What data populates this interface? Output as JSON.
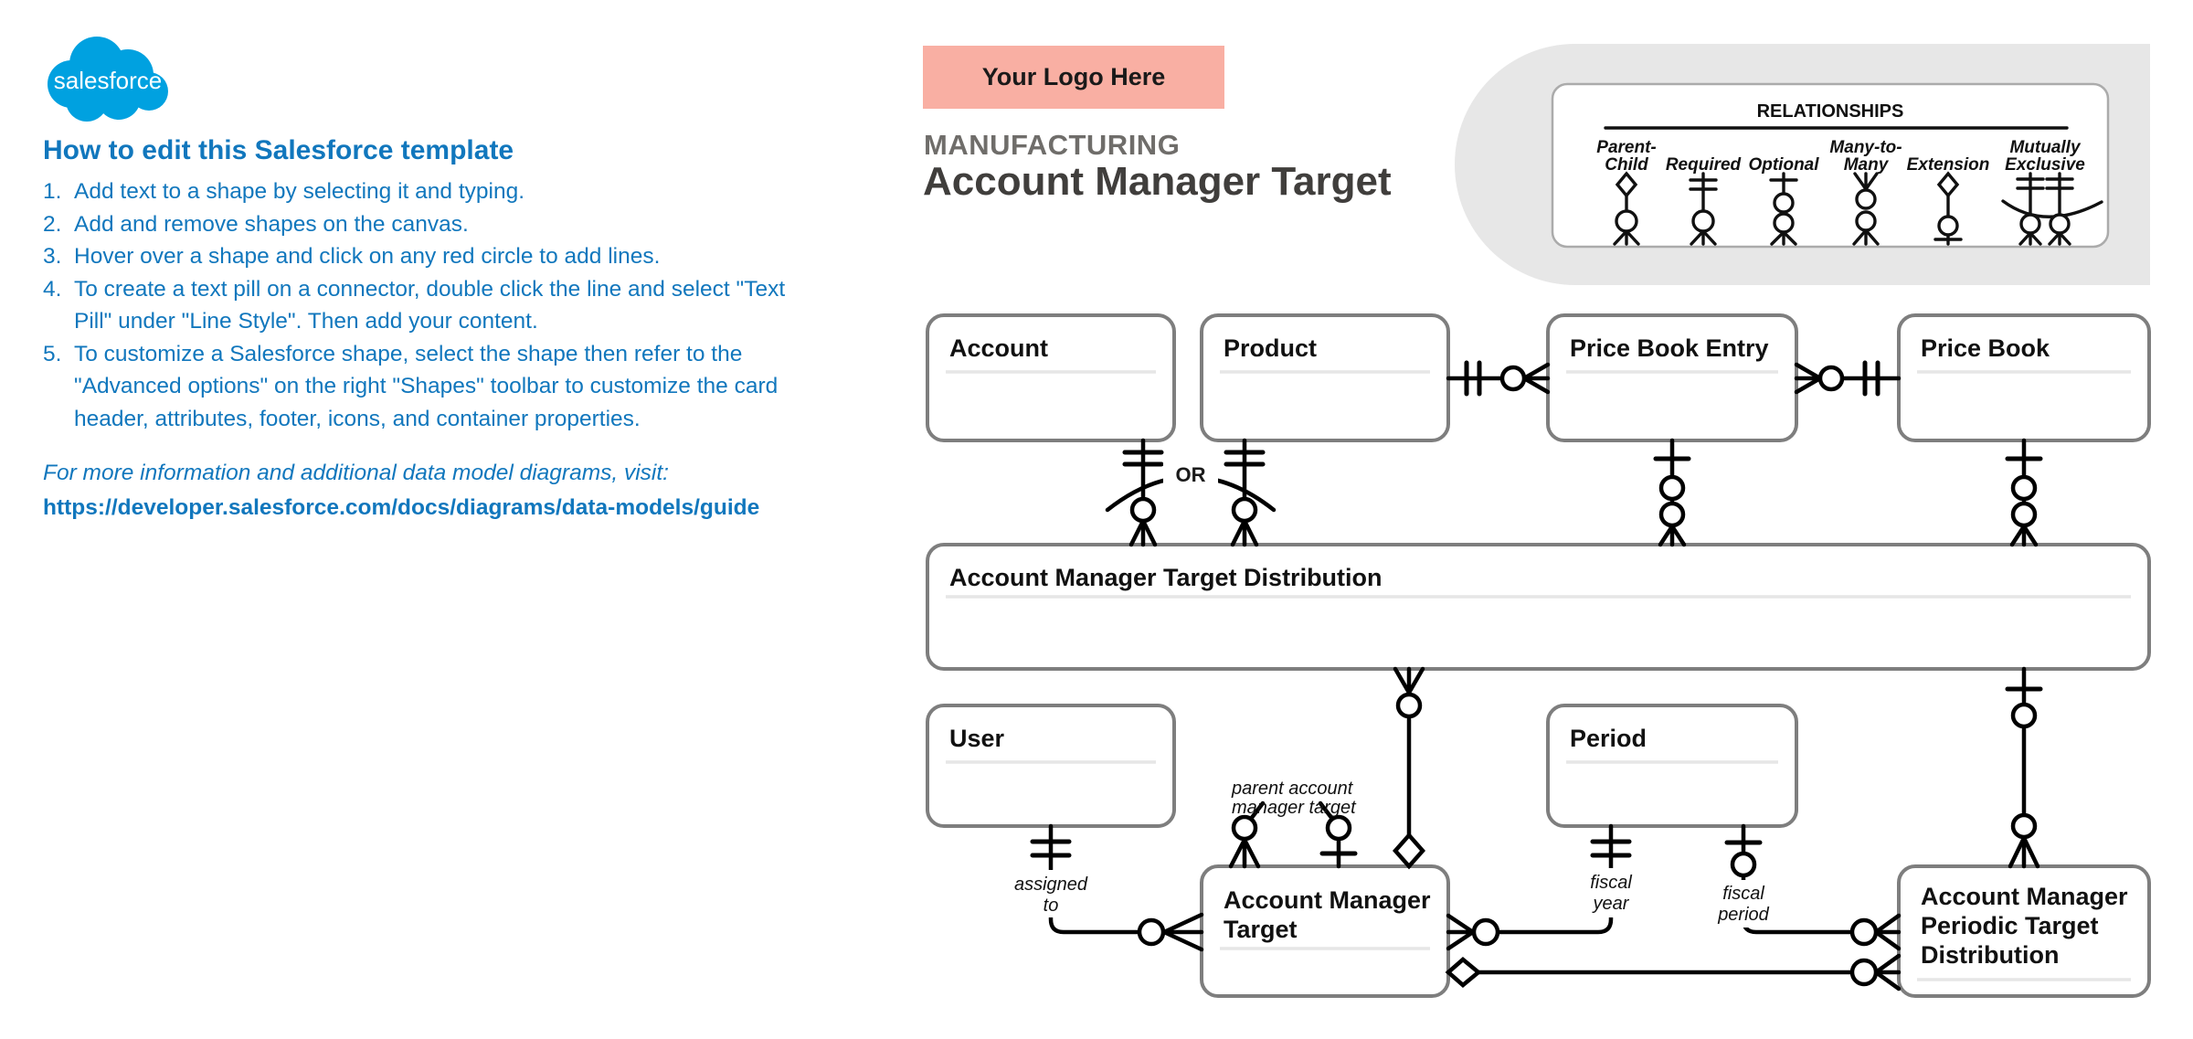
{
  "brand": {
    "wordmark": "salesforce"
  },
  "howto": {
    "heading": "How to edit this Salesforce template",
    "steps": [
      {
        "num": "1.",
        "text": "Add text to a shape by selecting it and typing."
      },
      {
        "num": "2.",
        "text": "Add and remove shapes on the canvas."
      },
      {
        "num": "3.",
        "text": "Hover over a shape and click on any red circle to add lines."
      },
      {
        "num": "4.",
        "text": "To create a text pill on a connector, double click the line and select \"Text Pill\" under \"Line Style\". Then add your content."
      },
      {
        "num": "5.",
        "text": "To customize a Salesforce shape, select the shape then refer to the \"Advanced options\" on the right \"Shapes\" toolbar to customize the card header, attributes, footer, icons, and container properties."
      }
    ],
    "note": "For more information and additional data model diagrams, visit:",
    "link": "https://developer.salesforce.com/docs/diagrams/data-models/guide"
  },
  "header": {
    "logo_placeholder": "Your Logo Here",
    "category": "MANUFACTURING",
    "title": "Account Manager Target"
  },
  "legend": {
    "title": "RELATIONSHIPS",
    "items": [
      {
        "top": "Parent-",
        "bottom": "Child"
      },
      {
        "top": "",
        "bottom": "Required"
      },
      {
        "top": "",
        "bottom": "Optional"
      },
      {
        "top": "Many-to-",
        "bottom": "Many"
      },
      {
        "top": "",
        "bottom": "Extension"
      },
      {
        "top": "Mutually",
        "bottom": "Exclusive"
      }
    ]
  },
  "entities": {
    "account": "Account",
    "product": "Product",
    "price_book_entry": "Price Book Entry",
    "price_book": "Price Book",
    "amtd": "Account Manager Target Distribution",
    "user": "User",
    "period": "Period",
    "amt_line1": "Account Manager",
    "amt_line2": "Target",
    "amptd_line1": "Account Manager",
    "amptd_line2": "Periodic Target",
    "amptd_line3": "Distribution"
  },
  "labels": {
    "or": "OR",
    "parent_line1": "parent account",
    "parent_line2": "manager target",
    "assigned_line1": "assigned",
    "assigned_line2": "to",
    "fiscal_year_line1": "fiscal",
    "fiscal_year_line2": "year",
    "fiscal_period_line1": "fiscal",
    "fiscal_period_line2": "period"
  },
  "colors": {
    "accent_blue": "#1177BD",
    "cloud_blue": "#00A1E0",
    "logo_box_pink": "#F9AFA3",
    "category_gray": "#6F6D6A",
    "title_gray": "#403E3C",
    "shape_border": "#7E7E7E",
    "legend_band": "#E7E7E7"
  }
}
